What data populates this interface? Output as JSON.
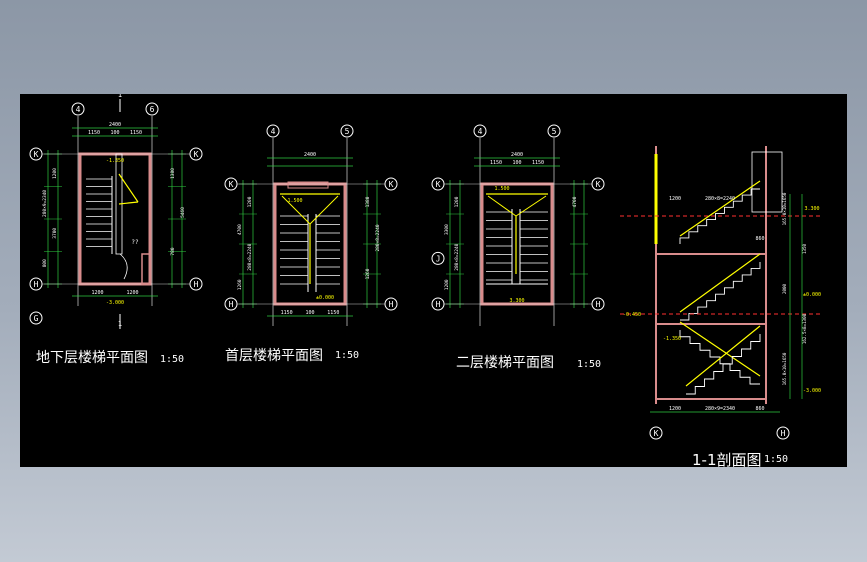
{
  "drawing": {
    "background": "#000000",
    "colors": {
      "wall": "#d98c8c",
      "stair": "#ffffff",
      "dim": "#2ecc40",
      "grid": "#ffffff",
      "accent": "#ffff00",
      "cut": "#ff3030"
    }
  },
  "plans": [
    {
      "title": "地下层楼梯平面图",
      "scale": "1:50",
      "axes_top": [
        "4",
        "6"
      ],
      "axes_left": [
        "K",
        "H",
        "G"
      ],
      "axes_right": [
        "K",
        "H"
      ],
      "dims_top": [
        "2400",
        "1150",
        "100",
        "1150"
      ],
      "dims_bottom": [
        "1200",
        "1200"
      ],
      "dims_left": [
        "1200",
        "280×9=2340",
        "3700",
        "800"
      ],
      "dims_right": [
        "1380",
        "5460",
        "780"
      ],
      "labels": [
        "-1.350",
        "-3.000"
      ]
    },
    {
      "title": "首层楼梯平面图",
      "scale": "1:50",
      "axes_top": [
        "4",
        "5"
      ],
      "axes_left": [
        "K",
        "H"
      ],
      "axes_right": [
        "K",
        "H"
      ],
      "dims_top": [
        "2400"
      ],
      "dims_bottom": [
        "1150",
        "100",
        "1150"
      ],
      "dims_left": [
        "1200",
        "4700",
        "280×8=2240",
        "1260"
      ],
      "dims_right": [
        "1380",
        "280×8=2240",
        "1260"
      ],
      "labels": [
        "1.500",
        "±0.000"
      ]
    },
    {
      "title": "二层楼梯平面图",
      "scale": "1:50",
      "axes_top": [
        "4",
        "5"
      ],
      "axes_left": [
        "K",
        "J",
        "H"
      ],
      "axes_right": [
        "K",
        "H"
      ],
      "dims_top": [
        "2400",
        "1150",
        "100",
        "1150"
      ],
      "dims_bottom": [],
      "dims_left": [
        "1200",
        "3300",
        "280×8=2240",
        "1200"
      ],
      "dims_right": [
        "4700"
      ],
      "labels": [
        "1.500",
        "3.300"
      ]
    }
  ],
  "section": {
    "title": "1-1剖面图",
    "scale": "1:50",
    "axes_bottom": [
      "K",
      "H"
    ],
    "dims_bottom": [
      "1200",
      "280×9=2340",
      "860"
    ],
    "dims_mid": [
      "1200",
      "280×8=2240",
      "860"
    ],
    "levels": [
      "3.300",
      "±0.000",
      "-0.450",
      "-1.350",
      "-3.000"
    ],
    "dims_right": [
      "165.0×10=1650",
      "1350",
      "2000",
      "162.5×8=1300",
      "165.0×10=1650"
    ]
  }
}
